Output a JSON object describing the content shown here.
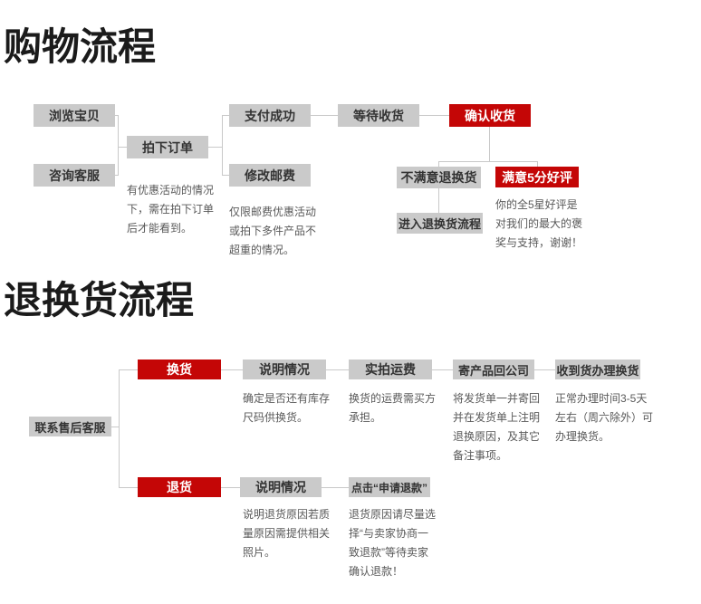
{
  "colors": {
    "accent_red": "#c40606",
    "node_gray": "#cacaca",
    "node_text": "#333333",
    "connector_gray": "#c9c9c9",
    "note_text": "#595959",
    "title_text": "#1b1b1b"
  },
  "section1": {
    "title": "购物流程",
    "nodes": {
      "browse": "浏览宝贝",
      "consult": "咨询客服",
      "order": "拍下订单",
      "pay": "支付成功",
      "postage": "修改邮费",
      "wait": "等待收货",
      "confirm": "确认收货",
      "unsatisfied": "不满意退换货",
      "praise": "满意5分好评",
      "enter_return": "进入退换货流程"
    },
    "notes": {
      "order_note": "有优惠活动的情况\n下，需在拍下订单\n后才能看到。",
      "postage_note": "仅限邮费优惠活动\n或拍下多件产品不\n超重的情况。",
      "praise_note": "你的全5星好评是\n对我们的最大的褒\n奖与支持，谢谢！"
    }
  },
  "section2": {
    "title": "退换货流程",
    "nodes": {
      "contact": "联系售后客服",
      "exchange": "换货",
      "return": "退货",
      "explain_exchange": "说明情况",
      "shipping": "实拍运费",
      "send_back": "寄产品回公司",
      "receive": "收到货办理换货",
      "explain_return": "说明情况",
      "apply_refund": "点击“申请退款”"
    },
    "notes": {
      "explain_exchange_note": "确定是否还有库存\n尺码供换货。",
      "shipping_note": "换货的运费需买方\n承担。",
      "send_back_note": "将发货单一并寄回\n并在发货单上注明\n退换原因，及其它\n备注事项。",
      "receive_note": "正常办理时间3-5天\n左右（周六除外）可\n办理换货。",
      "explain_return_note": "说明退货原因若质\n量原因需提供相关\n照片。",
      "apply_refund_note": "退货原因请尽量选\n择“与卖家协商一\n致退款”等待卖家\n确认退款！"
    }
  }
}
